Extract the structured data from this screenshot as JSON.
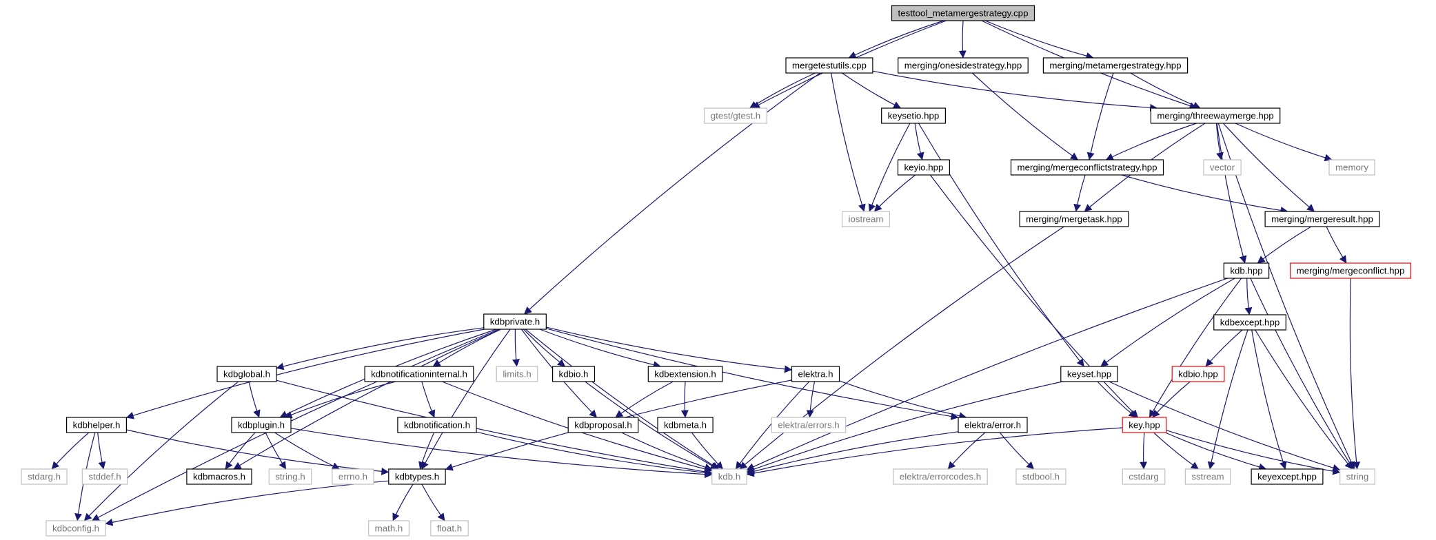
{
  "graph": {
    "root": "testtool_metamergestrategy.cpp",
    "colors": {
      "edge": "#191970",
      "node_border": "#000000",
      "external_border": "#bfbfbf",
      "external_text": "#777777",
      "incomplete_border": "#ff0000",
      "root_fill": "#bfbfbf",
      "text": "#000000",
      "background": "#ffffff"
    },
    "nodes": [
      {
        "id": "root",
        "label": "testtool_metamergestrategy.cpp",
        "kind": "root"
      },
      {
        "id": "mergetestutils",
        "label": "mergetestutils.cpp",
        "kind": "normal"
      },
      {
        "id": "onesidestrategy",
        "label": "merging/onesidestrategy.hpp",
        "kind": "normal"
      },
      {
        "id": "metamergestrategy",
        "label": "merging/metamergestrategy.hpp",
        "kind": "normal"
      },
      {
        "id": "gtest",
        "label": "gtest/gtest.h",
        "kind": "external"
      },
      {
        "id": "keysetio",
        "label": "keysetio.hpp",
        "kind": "normal"
      },
      {
        "id": "threewaymerge",
        "label": "merging/threewaymerge.hpp",
        "kind": "normal"
      },
      {
        "id": "keyio",
        "label": "keyio.hpp",
        "kind": "normal"
      },
      {
        "id": "mergeconflictstrategy",
        "label": "merging/mergeconflictstrategy.hpp",
        "kind": "normal"
      },
      {
        "id": "vector",
        "label": "vector",
        "kind": "external"
      },
      {
        "id": "memory",
        "label": "memory",
        "kind": "external"
      },
      {
        "id": "iostream",
        "label": "iostream",
        "kind": "external"
      },
      {
        "id": "mergetask",
        "label": "merging/mergetask.hpp",
        "kind": "normal"
      },
      {
        "id": "mergeresult",
        "label": "merging/mergeresult.hpp",
        "kind": "normal"
      },
      {
        "id": "kdbhpp",
        "label": "kdb.hpp",
        "kind": "normal"
      },
      {
        "id": "mergeconflict",
        "label": "merging/mergeconflict.hpp",
        "kind": "incomplete"
      },
      {
        "id": "kdbexcept",
        "label": "kdbexcept.hpp",
        "kind": "normal"
      },
      {
        "id": "kdbprivate",
        "label": "kdbprivate.h",
        "kind": "normal"
      },
      {
        "id": "kdbglobal",
        "label": "kdbglobal.h",
        "kind": "normal"
      },
      {
        "id": "kdbnotificationinternal",
        "label": "kdbnotificationinternal.h",
        "kind": "normal"
      },
      {
        "id": "limits",
        "label": "limits.h",
        "kind": "external"
      },
      {
        "id": "kdbio",
        "label": "kdbio.h",
        "kind": "normal"
      },
      {
        "id": "kdbextension",
        "label": "kdbextension.h",
        "kind": "normal"
      },
      {
        "id": "elektra",
        "label": "elektra.h",
        "kind": "normal"
      },
      {
        "id": "keyset",
        "label": "keyset.hpp",
        "kind": "normal"
      },
      {
        "id": "kdbiohpp",
        "label": "kdbio.hpp",
        "kind": "incomplete"
      },
      {
        "id": "kdbhelper",
        "label": "kdbhelper.h",
        "kind": "normal"
      },
      {
        "id": "kdbplugin",
        "label": "kdbplugin.h",
        "kind": "normal"
      },
      {
        "id": "kdbnotification",
        "label": "kdbnotification.h",
        "kind": "normal"
      },
      {
        "id": "kdbproposal",
        "label": "kdbproposal.h",
        "kind": "normal"
      },
      {
        "id": "kdbmeta",
        "label": "kdbmeta.h",
        "kind": "normal"
      },
      {
        "id": "elektraerrors",
        "label": "elektra/errors.h",
        "kind": "external"
      },
      {
        "id": "elektraerror",
        "label": "elektra/error.h",
        "kind": "normal"
      },
      {
        "id": "keyhpp",
        "label": "key.hpp",
        "kind": "incomplete"
      },
      {
        "id": "stdarg",
        "label": "stdarg.h",
        "kind": "external"
      },
      {
        "id": "stddef",
        "label": "stddef.h",
        "kind": "external"
      },
      {
        "id": "kdbmacros",
        "label": "kdbmacros.h",
        "kind": "normal"
      },
      {
        "id": "stringh",
        "label": "string.h",
        "kind": "external"
      },
      {
        "id": "errno",
        "label": "errno.h",
        "kind": "external"
      },
      {
        "id": "kdbtypes",
        "label": "kdbtypes.h",
        "kind": "normal"
      },
      {
        "id": "kdbh",
        "label": "kdb.h",
        "kind": "external"
      },
      {
        "id": "errorcodes",
        "label": "elektra/errorcodes.h",
        "kind": "external"
      },
      {
        "id": "stdbool",
        "label": "stdbool.h",
        "kind": "external"
      },
      {
        "id": "cstdarg",
        "label": "cstdarg",
        "kind": "external"
      },
      {
        "id": "sstream",
        "label": "sstream",
        "kind": "external"
      },
      {
        "id": "keyexcept",
        "label": "keyexcept.hpp",
        "kind": "normal"
      },
      {
        "id": "string",
        "label": "string",
        "kind": "external"
      },
      {
        "id": "kdbconfig",
        "label": "kdbconfig.h",
        "kind": "external"
      },
      {
        "id": "math",
        "label": "math.h",
        "kind": "external"
      },
      {
        "id": "float",
        "label": "float.h",
        "kind": "external"
      }
    ],
    "edges": [
      [
        "root",
        "gtest"
      ],
      [
        "root",
        "mergetestutils"
      ],
      [
        "root",
        "onesidestrategy"
      ],
      [
        "root",
        "metamergestrategy"
      ],
      [
        "root",
        "threewaymerge"
      ],
      [
        "mergetestutils",
        "gtest"
      ],
      [
        "mergetestutils",
        "keysetio"
      ],
      [
        "mergetestutils",
        "iostream"
      ],
      [
        "mergetestutils",
        "threewaymerge"
      ],
      [
        "mergetestutils",
        "kdbprivate"
      ],
      [
        "onesidestrategy",
        "mergeconflictstrategy"
      ],
      [
        "metamergestrategy",
        "threewaymerge"
      ],
      [
        "metamergestrategy",
        "mergeconflictstrategy"
      ],
      [
        "keysetio",
        "iostream"
      ],
      [
        "keysetio",
        "keyio"
      ],
      [
        "keysetio",
        "keyset"
      ],
      [
        "keyio",
        "iostream"
      ],
      [
        "keyio",
        "keyhpp"
      ],
      [
        "threewaymerge",
        "mergeconflictstrategy"
      ],
      [
        "threewaymerge",
        "mergetask"
      ],
      [
        "threewaymerge",
        "vector"
      ],
      [
        "threewaymerge",
        "memory"
      ],
      [
        "threewaymerge",
        "mergeresult"
      ],
      [
        "threewaymerge",
        "kdbhpp"
      ],
      [
        "threewaymerge",
        "string"
      ],
      [
        "mergeconflictstrategy",
        "mergetask"
      ],
      [
        "mergeconflictstrategy",
        "mergeresult"
      ],
      [
        "mergetask",
        "kdbh"
      ],
      [
        "mergeresult",
        "kdbhpp"
      ],
      [
        "mergeresult",
        "mergeconflict"
      ],
      [
        "mergeconflict",
        "string"
      ],
      [
        "kdbhpp",
        "kdbh"
      ],
      [
        "kdbhpp",
        "keyset"
      ],
      [
        "kdbhpp",
        "keyhpp"
      ],
      [
        "kdbhpp",
        "kdbexcept"
      ],
      [
        "kdbhpp",
        "string"
      ],
      [
        "kdbexcept",
        "kdbiohpp"
      ],
      [
        "kdbexcept",
        "sstream"
      ],
      [
        "kdbexcept",
        "keyexcept"
      ],
      [
        "kdbexcept",
        "string"
      ],
      [
        "kdbiohpp",
        "keyhpp"
      ],
      [
        "keyset",
        "keyhpp"
      ],
      [
        "keyset",
        "kdbh"
      ],
      [
        "keyset",
        "string"
      ],
      [
        "keyhpp",
        "kdbh"
      ],
      [
        "keyhpp",
        "cstdarg"
      ],
      [
        "keyhpp",
        "sstream"
      ],
      [
        "keyhpp",
        "keyexcept"
      ],
      [
        "keyhpp",
        "string"
      ],
      [
        "kdbprivate",
        "kdbhelper"
      ],
      [
        "kdbprivate",
        "kdbglobal"
      ],
      [
        "kdbprivate",
        "kdbnotificationinternal"
      ],
      [
        "kdbprivate",
        "limits"
      ],
      [
        "kdbprivate",
        "kdbio"
      ],
      [
        "kdbprivate",
        "kdbextension"
      ],
      [
        "kdbprivate",
        "elektra"
      ],
      [
        "kdbprivate",
        "kdbplugin"
      ],
      [
        "kdbprivate",
        "kdbmacros"
      ],
      [
        "kdbprivate",
        "kdbtypes"
      ],
      [
        "kdbprivate",
        "kdbproposal"
      ],
      [
        "kdbprivate",
        "kdbh"
      ],
      [
        "kdbprivate",
        "elektraerror"
      ],
      [
        "kdbprivate",
        "kdbconfig"
      ],
      [
        "kdbglobal",
        "kdbplugin"
      ],
      [
        "kdbglobal",
        "kdbh"
      ],
      [
        "kdbglobal",
        "kdbconfig"
      ],
      [
        "kdbnotificationinternal",
        "kdbplugin"
      ],
      [
        "kdbnotificationinternal",
        "kdbnotification"
      ],
      [
        "kdbnotificationinternal",
        "kdbh"
      ],
      [
        "kdbio",
        "kdbh"
      ],
      [
        "kdbextension",
        "kdbproposal"
      ],
      [
        "kdbextension",
        "kdbmeta"
      ],
      [
        "elektra",
        "elektraerrors"
      ],
      [
        "elektra",
        "elektraerror"
      ],
      [
        "elektra",
        "kdbh"
      ],
      [
        "elektra",
        "kdbtypes"
      ],
      [
        "kdbhelper",
        "stdarg"
      ],
      [
        "kdbhelper",
        "stddef"
      ],
      [
        "kdbhelper",
        "kdbconfig"
      ],
      [
        "kdbhelper",
        "kdbtypes"
      ],
      [
        "kdbplugin",
        "kdbmacros"
      ],
      [
        "kdbplugin",
        "stringh"
      ],
      [
        "kdbplugin",
        "errno"
      ],
      [
        "kdbplugin",
        "kdbh"
      ],
      [
        "kdbnotification",
        "kdbtypes"
      ],
      [
        "kdbnotification",
        "kdbh"
      ],
      [
        "kdbproposal",
        "kdbh"
      ],
      [
        "kdbmeta",
        "kdbh"
      ],
      [
        "elektraerror",
        "kdbh"
      ],
      [
        "elektraerror",
        "errorcodes"
      ],
      [
        "elektraerror",
        "stdbool"
      ],
      [
        "kdbtypes",
        "kdbconfig"
      ],
      [
        "kdbtypes",
        "math"
      ],
      [
        "kdbtypes",
        "float"
      ]
    ]
  }
}
